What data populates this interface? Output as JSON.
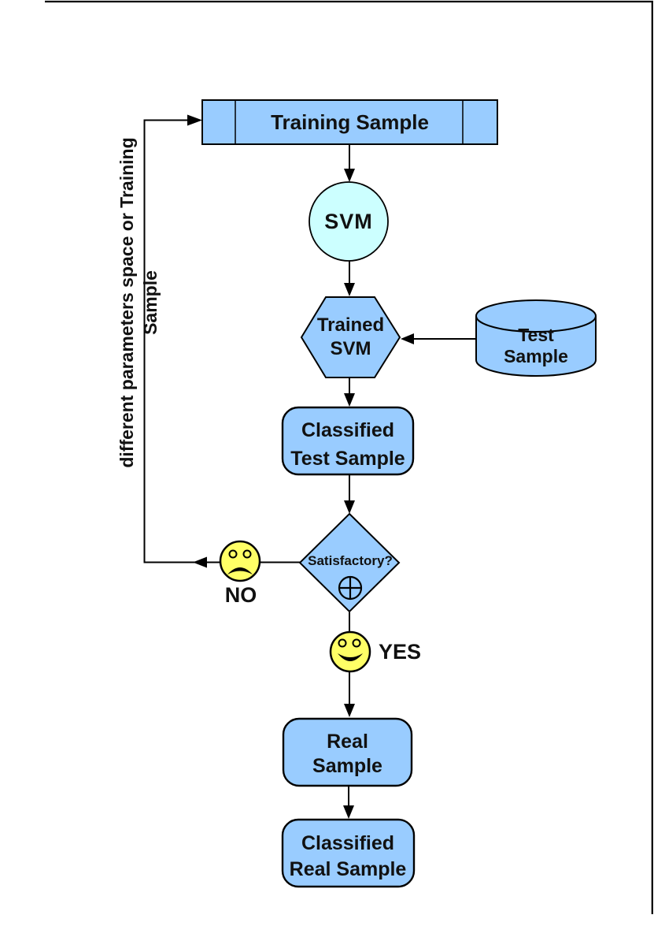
{
  "diagram": {
    "nodes": {
      "training_sample": {
        "label": "Training Sample",
        "shape": "rectangle-with-dividers"
      },
      "svm": {
        "label": "SVM",
        "shape": "circle"
      },
      "trained_svm": {
        "label": "Trained\nSVM",
        "shape": "hexagon"
      },
      "test_sample": {
        "label": "Test\nSample",
        "shape": "cylinder"
      },
      "classified_test_sample": {
        "label": "Classified\nTest Sample",
        "shape": "rounded-rectangle"
      },
      "decision": {
        "label": "Satisfactory?",
        "symbol_icon": "circled-plus",
        "shape": "diamond"
      },
      "real_sample": {
        "label": "Real\nSample",
        "shape": "rounded-rectangle"
      },
      "classified_real_sample": {
        "label": "Classified\nReal Sample",
        "shape": "rounded-rectangle"
      }
    },
    "edges": {
      "no_label": "NO",
      "yes_label": "YES",
      "no_face_icon": "sad-face",
      "yes_face_icon": "happy-face",
      "loop_label": "different parameters space or Training Sample"
    },
    "colors": {
      "node_fill": "#99CCFF",
      "svm_fill": "#CCFFFF",
      "face_fill": "#FFFF66",
      "stroke": "#000000"
    }
  }
}
